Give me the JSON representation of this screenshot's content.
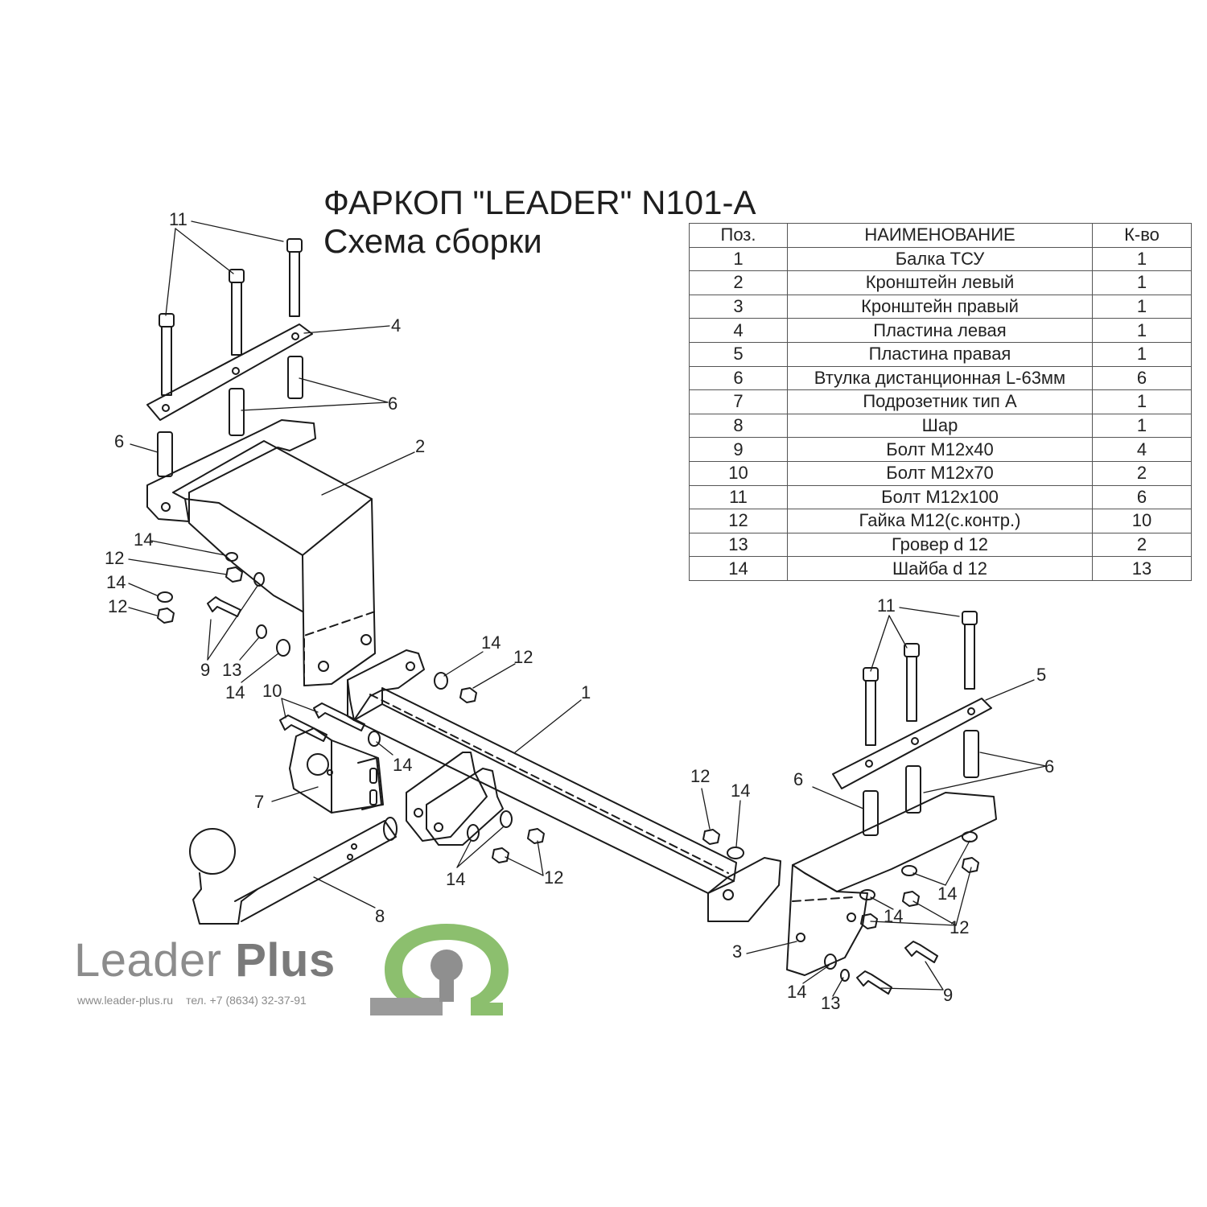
{
  "title": {
    "line1": "ФАРКОП \"LEADER\" N101-A",
    "line2": "Схема сборки"
  },
  "table": {
    "headers": [
      "Поз.",
      "НАИМЕНОВАНИЕ",
      "К-во"
    ],
    "rows": [
      [
        "1",
        "Балка ТСУ",
        "1"
      ],
      [
        "2",
        "Кронштейн левый",
        "1"
      ],
      [
        "3",
        "Кронштейн правый",
        "1"
      ],
      [
        "4",
        "Пластина левая",
        "1"
      ],
      [
        "5",
        "Пластина правая",
        "1"
      ],
      [
        "6",
        "Втулка дистанционная L-63мм",
        "6"
      ],
      [
        "7",
        "Подрозетник тип А",
        "1"
      ],
      [
        "8",
        "Шар",
        "1"
      ],
      [
        "9",
        "Болт М12х40",
        "4"
      ],
      [
        "10",
        "Болт М12х70",
        "2"
      ],
      [
        "11",
        "Болт М12х100",
        "6"
      ],
      [
        "12",
        "Гайка М12(с.контр.)",
        "10"
      ],
      [
        "13",
        "Гровер d 12",
        "2"
      ],
      [
        "14",
        "Шайба d 12",
        "13"
      ]
    ]
  },
  "callouts": {
    "c11_left": "11",
    "c4": "4",
    "c6_left_top": "6",
    "c6_left": "6",
    "c2": "2",
    "c14_a": "14",
    "c12_a": "12",
    "c14_b": "14",
    "c12_b": "12",
    "c9_left": "9",
    "c13_left": "13",
    "c14_c": "14",
    "c10": "10",
    "c14_d": "14",
    "c7": "7",
    "c14_e": "14",
    "c12_e": "12",
    "c1": "1",
    "c8": "8",
    "c14_f": "14",
    "c12_f": "12",
    "c12_g": "12",
    "c14_g": "14",
    "c11_right": "11",
    "c5": "5",
    "c6_right": "6",
    "c6_right_b": "6",
    "c3": "3",
    "c14_h": "14",
    "c14_i": "14",
    "c12_h": "12",
    "c14_j": "14",
    "c13_right": "13",
    "c9_right": "9"
  },
  "brand": {
    "name_regular": "Leader",
    "name_bold": "Plus",
    "website": "www.leader-plus.ru",
    "phone": "тел. +7 (8634) 32-37-91",
    "logo_icon": "omega-ball-logo-icon",
    "logo_color": "#8cbf6e"
  }
}
